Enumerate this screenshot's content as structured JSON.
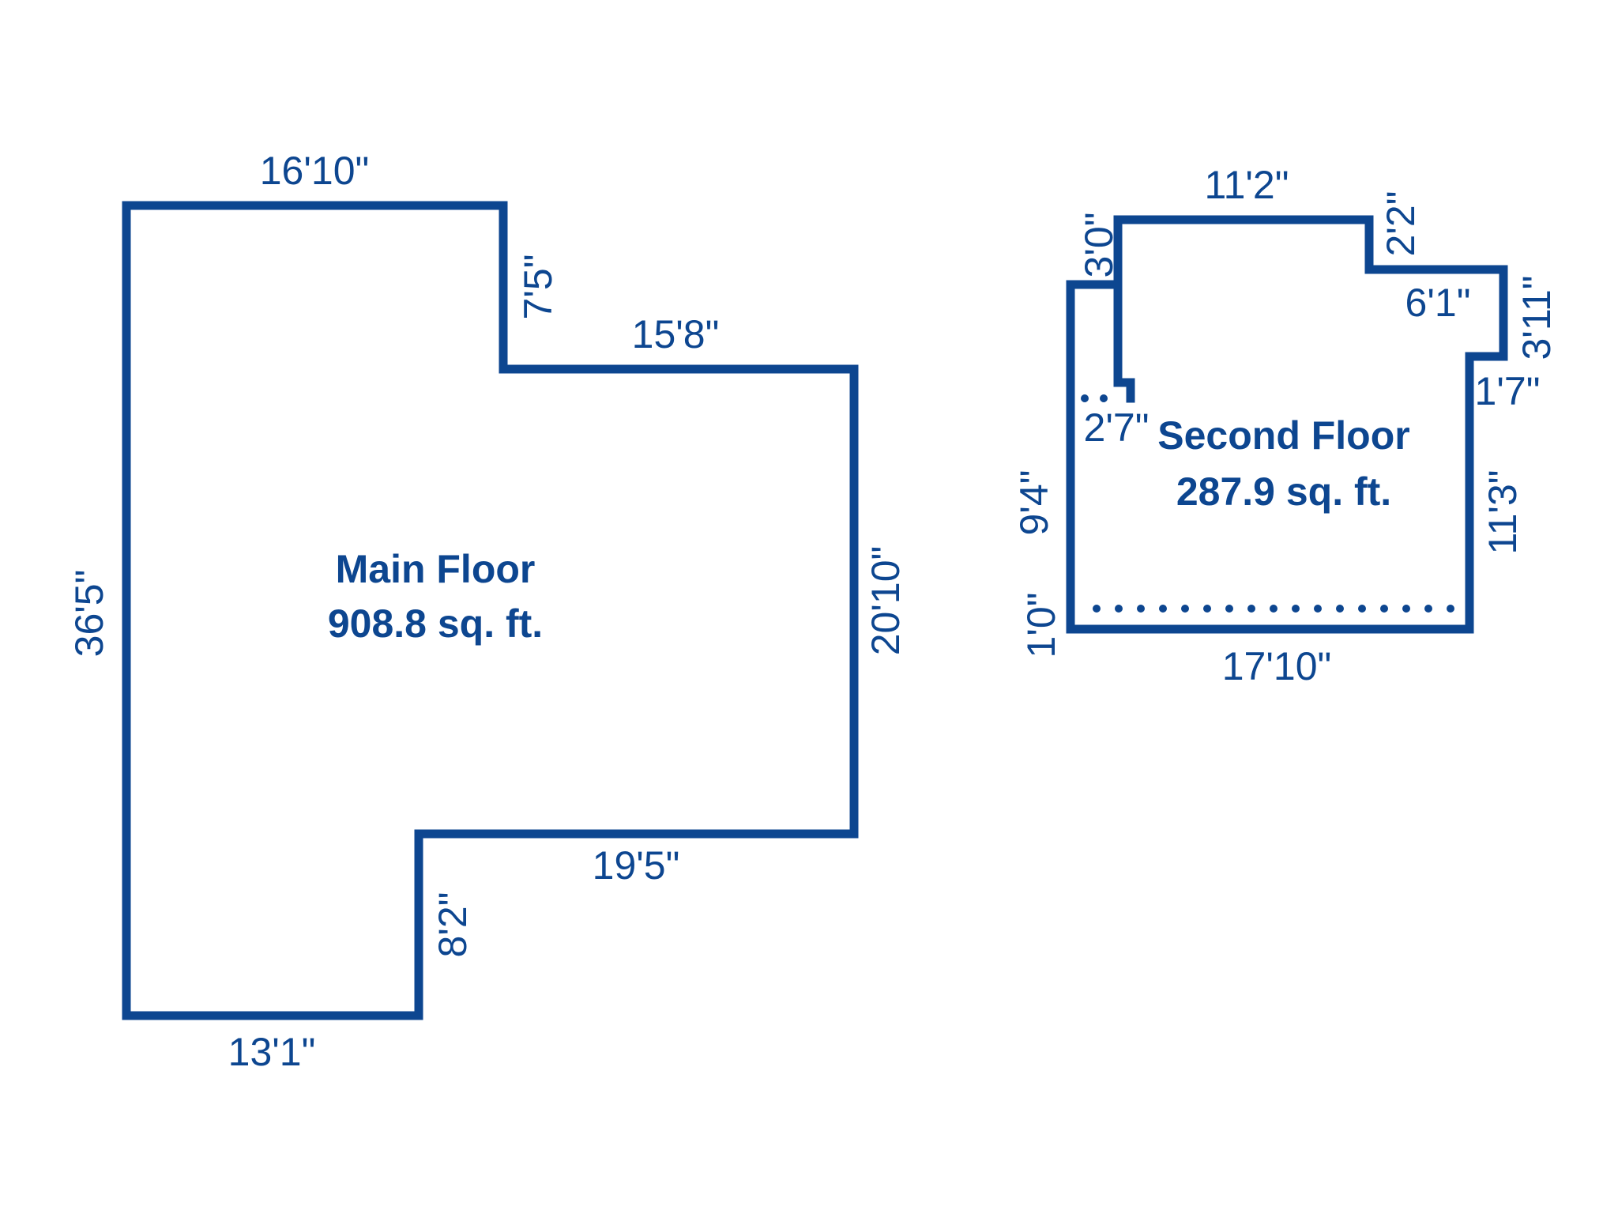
{
  "colors": {
    "wall": "#0d4690",
    "text": "#0d4690",
    "background": "#ffffff"
  },
  "main_floor": {
    "name": "Main Floor",
    "area": "908.8 sq. ft.",
    "dimensions": {
      "top": "16'10\"",
      "notch_right_drop": "7'5\"",
      "notch_top": "15'8\"",
      "right": "20'10\"",
      "bottom_step": "19'5\"",
      "bottom_step_drop": "8'2\"",
      "bottom": "13'1\"",
      "left": "36'5\""
    }
  },
  "second_floor": {
    "name": "Second Floor",
    "area": "287.9 sq. ft.",
    "dimensions": {
      "top": "11'2\"",
      "top_step_left": "3'0\"",
      "top_step_right": "2'2\"",
      "upper_right": "6'1\"",
      "right_short": "3'11\"",
      "right_jog": "1'7\"",
      "right": "11'3\"",
      "bottom": "17'10\"",
      "left_bottom": "1'0\"",
      "left": "9'4\"",
      "inner_jog": "2'7\""
    }
  }
}
